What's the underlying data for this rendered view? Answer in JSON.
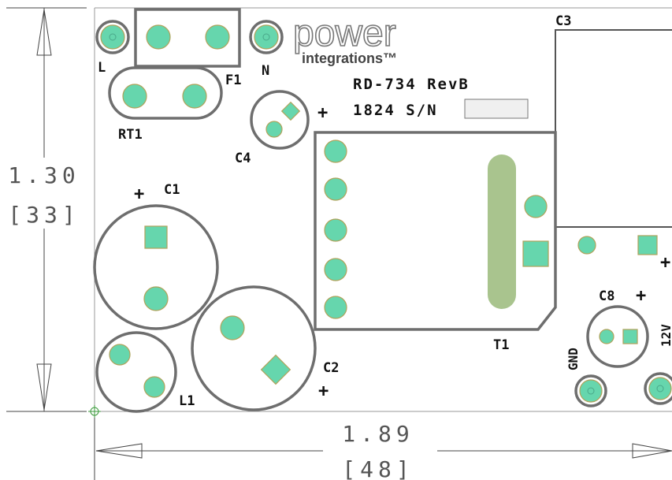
{
  "dimensions": {
    "height_inch": "1.30",
    "height_mm": "[33]",
    "width_inch": "1.89",
    "width_mm": "[48]"
  },
  "logo": {
    "word1": "power",
    "word2": "integrations™"
  },
  "board_info": {
    "revision": "RD-734 RevB",
    "serial_prefix": "1824 S/N"
  },
  "labels": {
    "L": "L",
    "N": "N",
    "F1": "F1",
    "RT1": "RT1",
    "C4": "C4",
    "C1": "C1",
    "C2": "C2",
    "C3": "C3",
    "C8": "C8",
    "L1": "L1",
    "T1": "T1",
    "GND": "GND",
    "V12": "12V",
    "plus": "+"
  },
  "colors": {
    "pad": "#66d6ad",
    "silkscreen": "#6e6e6e",
    "transformer_core": "#a9c48e"
  }
}
